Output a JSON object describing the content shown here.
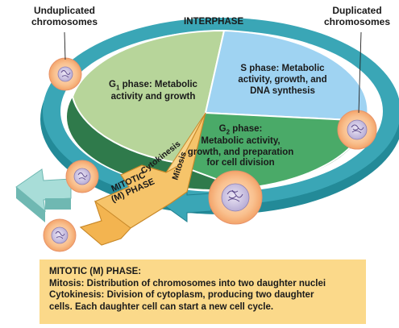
{
  "labels": {
    "unduplicated": [
      "Unduplicated",
      "chromosomes"
    ],
    "duplicated": [
      "Duplicated",
      "chromosomes"
    ],
    "interphase": "INTERPHASE",
    "g1": {
      "prefix": "G",
      "sub": "1",
      "rest": " phase:  Metabolic",
      "line2": "activity and growth"
    },
    "s": [
      "S phase:  Metabolic",
      "activity, growth, and",
      "DNA synthesis"
    ],
    "g2": {
      "prefix": "G",
      "sub": "2",
      "rest": " phase:",
      "lines": [
        "Metabolic activity,",
        "growth, and preparation",
        "for cell division"
      ]
    },
    "cytokinesis": "Cytokinesis",
    "mitosis": "Mitosis",
    "mitotic": [
      "MITOTIC",
      "(M) PHASE"
    ]
  },
  "info_box": {
    "lines": [
      "MITOTIC (M) PHASE:",
      "Mitosis: Distribution of chromosomes into two daughter nuclei",
      "Cytokinesis: Division of cytoplasm, producing two daughter",
      "cells. Each daughter cell can start a new cell cycle."
    ]
  },
  "colors": {
    "g1": "#b7d59a",
    "s": "#9fd3f2",
    "g2": "#4aaa68",
    "ring": "#3aa6b6",
    "ring_dark": "#20808f",
    "mitosis": "#f6c46a",
    "cell": "#f7ba8a",
    "nucleus": "#d7cde8",
    "info_bg": "#fbd98a"
  }
}
